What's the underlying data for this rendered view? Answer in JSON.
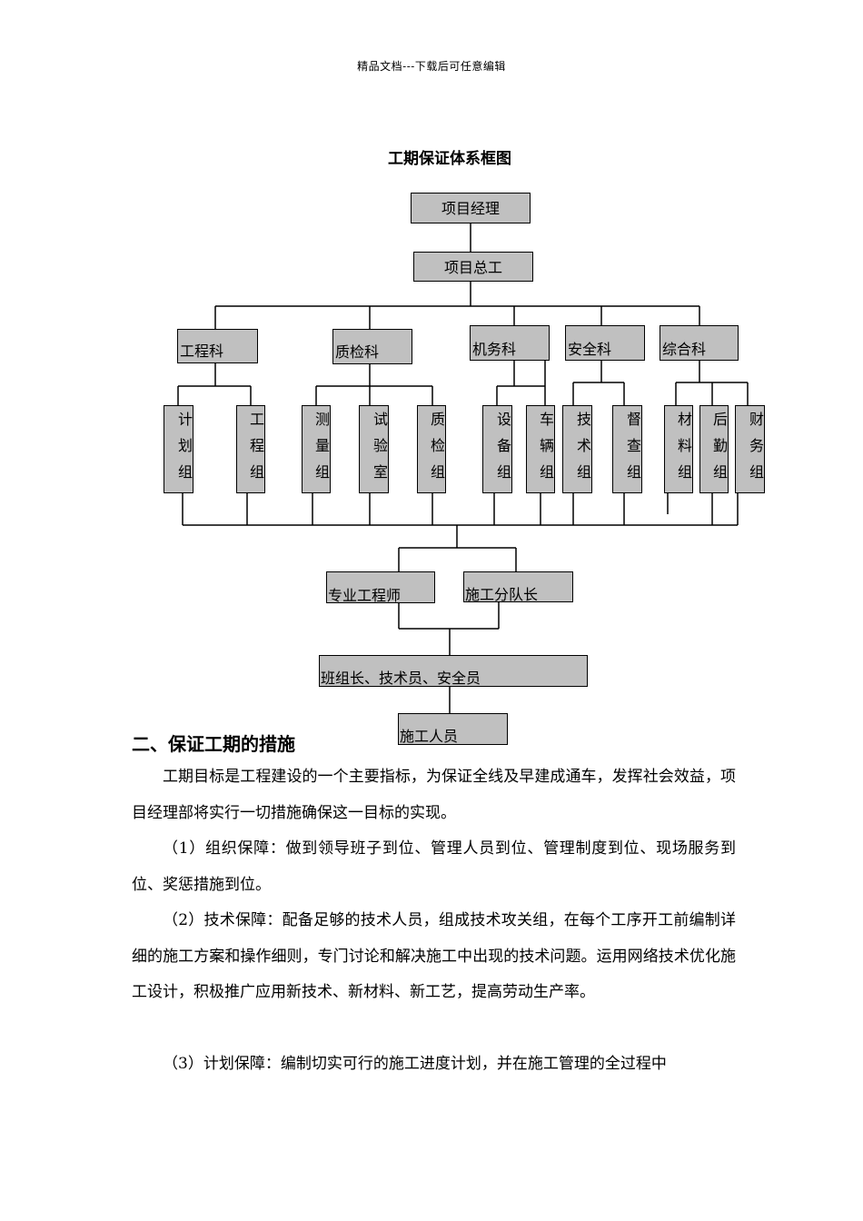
{
  "header": "精品文档---下载后可任意编辑",
  "chart_title": "工期保证体系框图",
  "org": {
    "manager": "项目经理",
    "chief_engineer": "项目总工",
    "departments": [
      "工程科",
      "质检科",
      "机务科",
      "安全科",
      "综合科"
    ],
    "groups": [
      "计划组",
      "工程组",
      "测量组",
      "试验室",
      "质检组",
      "设备组",
      "车辆组",
      "技术组",
      "督查组",
      "材料组",
      "后勤组",
      "财务组"
    ],
    "engineer": "专业工程师",
    "team_leader": "施工分队长",
    "foremen": "班组长、技术员、安全员",
    "workers": "施工人员"
  },
  "section_heading": "二、保证工期的措施",
  "paragraphs": [
    "工期目标是工程建设的一个主要指标，为保证全线及早建成通车，发挥社会效益，项目经理部将实行一切措施确保这一目标的实现。",
    "（1）组织保障：做到领导班子到位、管理人员到位、管理制度到位、现场服务到位、奖惩措施到位。",
    "（2）技术保障：配备足够的技术人员，组成技术攻关组，在每个工序开工前编制详细的施工方案和操作细则，专门讨论和解决施工中出现的技术问题。运用网络技术优化施工设计，积极推广应用新技术、新材料、新工艺，提高劳动生产率。",
    "（3）计划保障：编制切实可行的施工进度计划，并在施工管理的全过程中"
  ]
}
